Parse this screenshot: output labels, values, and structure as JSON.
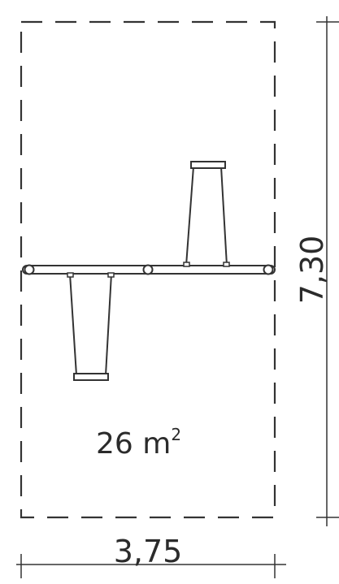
{
  "diagram": {
    "area": {
      "value": "26 m",
      "unit_superscript": "2"
    },
    "dimensions": {
      "width": "3,75",
      "height": "7,30"
    },
    "colors": {
      "line": "#333333",
      "text": "#2b2b2b",
      "background": "#ffffff"
    }
  }
}
